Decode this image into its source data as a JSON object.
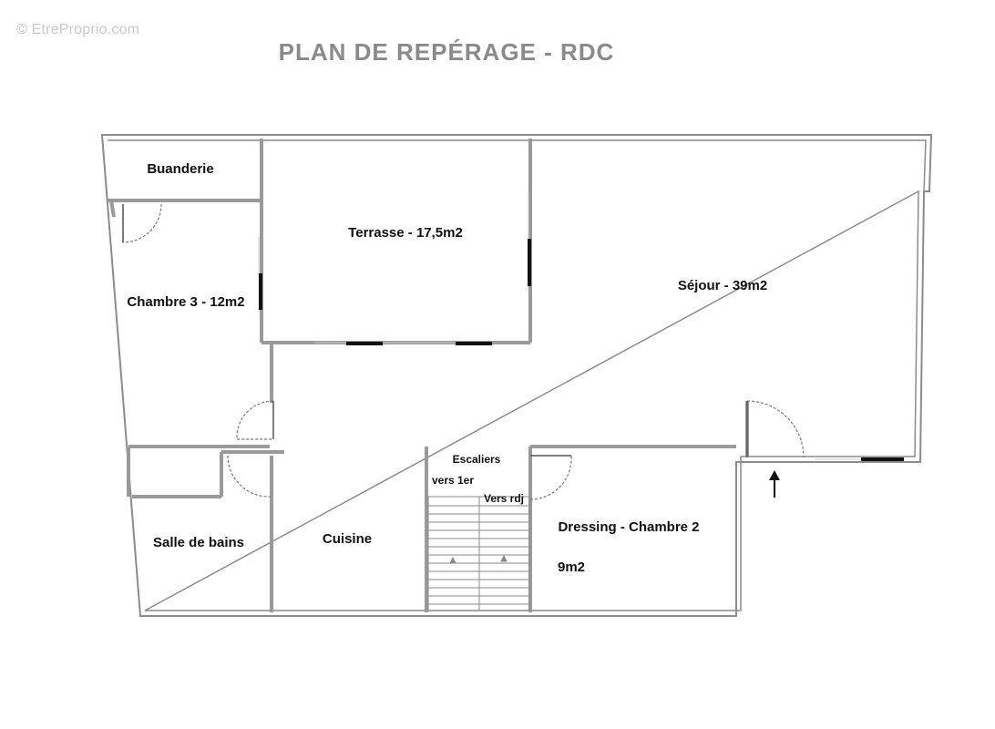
{
  "watermark": "© EtreProprio.com",
  "title": "PLAN DE REPÉRAGE - RDC",
  "rooms": {
    "buanderie": "Buanderie",
    "terrasse": "Terrasse - 17,5m2",
    "sejour": "Séjour - 39m2",
    "chambre3": "Chambre 3 - 12m2",
    "escaliers": "Escaliers",
    "vers_1er": "vers 1er",
    "vers_rdj": "Vers rdj",
    "dressing": "Dressing - Chambre 2",
    "dressing_area": "9m2",
    "salle_de_bains": "Salle de bains",
    "cuisine": "Cuisine"
  },
  "icons": {
    "entrance": "arrow-up-icon"
  },
  "colors": {
    "wall": "#8c8c8c",
    "wall_fill": "#bdbdbd",
    "window": "#111111",
    "door_arc": "#777777",
    "title": "#8a8a8a"
  }
}
